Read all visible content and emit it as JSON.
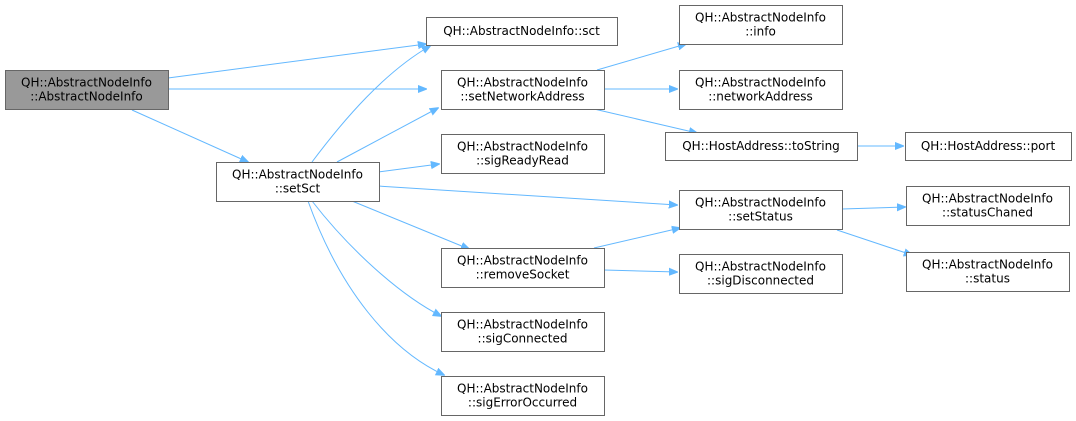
{
  "colors": {
    "edge": "#63b8ff",
    "node_border": "#666666",
    "node_fill": "#ffffff",
    "root_fill": "#999999",
    "text": "#000000"
  },
  "nodes": [
    {
      "id": "root",
      "lines": [
        "QH::AbstractNodeInfo",
        "::AbstractNodeInfo"
      ],
      "root": true
    },
    {
      "id": "sct",
      "lines": [
        "QH::AbstractNodeInfo::sct"
      ]
    },
    {
      "id": "setNetworkAddress",
      "lines": [
        "QH::AbstractNodeInfo",
        "::setNetworkAddress"
      ]
    },
    {
      "id": "setSct",
      "lines": [
        "QH::AbstractNodeInfo",
        "::setSct"
      ]
    },
    {
      "id": "sigReadyRead",
      "lines": [
        "QH::AbstractNodeInfo",
        "::sigReadyRead"
      ]
    },
    {
      "id": "removeSocket",
      "lines": [
        "QH::AbstractNodeInfo",
        "::removeSocket"
      ]
    },
    {
      "id": "sigConnected",
      "lines": [
        "QH::AbstractNodeInfo",
        "::sigConnected"
      ]
    },
    {
      "id": "sigErrorOccurred",
      "lines": [
        "QH::AbstractNodeInfo",
        "::sigErrorOccurred"
      ]
    },
    {
      "id": "info",
      "lines": [
        "QH::AbstractNodeInfo",
        "::info"
      ]
    },
    {
      "id": "networkAddress",
      "lines": [
        "QH::AbstractNodeInfo",
        "::networkAddress"
      ]
    },
    {
      "id": "toString",
      "lines": [
        "QH::HostAddress::toString"
      ]
    },
    {
      "id": "setStatus",
      "lines": [
        "QH::AbstractNodeInfo",
        "::setStatus"
      ]
    },
    {
      "id": "sigDisconnected",
      "lines": [
        "QH::AbstractNodeInfo",
        "::sigDisconnected"
      ]
    },
    {
      "id": "port",
      "lines": [
        "QH::HostAddress::port"
      ]
    },
    {
      "id": "statusChaned",
      "lines": [
        "QH::AbstractNodeInfo",
        "::statusChaned"
      ]
    },
    {
      "id": "status",
      "lines": [
        "QH::AbstractNodeInfo",
        "::status"
      ]
    }
  ],
  "edges": [
    {
      "from": "root",
      "to": "sct"
    },
    {
      "from": "root",
      "to": "setNetworkAddress"
    },
    {
      "from": "root",
      "to": "setSct"
    },
    {
      "from": "setSct",
      "to": "sct"
    },
    {
      "from": "setSct",
      "to": "setNetworkAddress"
    },
    {
      "from": "setSct",
      "to": "sigReadyRead"
    },
    {
      "from": "setSct",
      "to": "setStatus"
    },
    {
      "from": "setSct",
      "to": "removeSocket"
    },
    {
      "from": "setSct",
      "to": "sigConnected"
    },
    {
      "from": "setSct",
      "to": "sigErrorOccurred"
    },
    {
      "from": "setNetworkAddress",
      "to": "info"
    },
    {
      "from": "setNetworkAddress",
      "to": "networkAddress"
    },
    {
      "from": "setNetworkAddress",
      "to": "toString"
    },
    {
      "from": "toString",
      "to": "port"
    },
    {
      "from": "removeSocket",
      "to": "setStatus"
    },
    {
      "from": "removeSocket",
      "to": "sigDisconnected"
    },
    {
      "from": "setStatus",
      "to": "statusChaned"
    },
    {
      "from": "setStatus",
      "to": "status"
    }
  ]
}
